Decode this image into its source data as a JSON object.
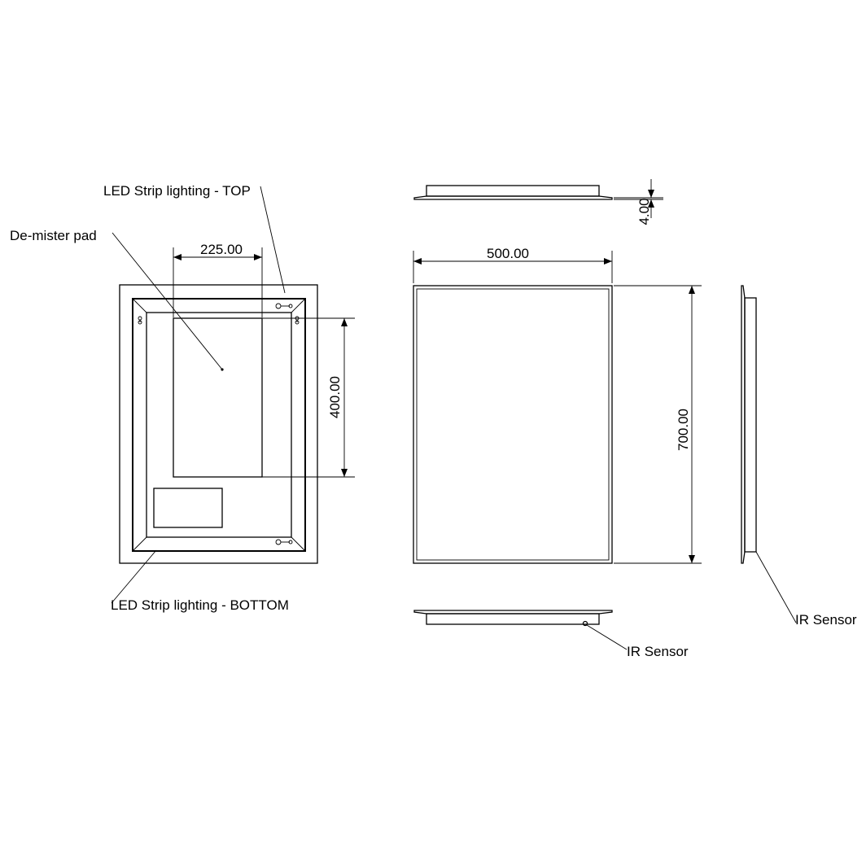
{
  "labels": {
    "led_top": "LED Strip lighting - TOP",
    "demister": "De-mister pad",
    "led_bottom": "LED Strip lighting - BOTTOM",
    "ir_sensor_bottom": "IR Sensor",
    "ir_sensor_side": "IR Sensor"
  },
  "dimensions": {
    "demister_width": "225.00",
    "demister_height": "400.00",
    "mirror_width": "500.00",
    "mirror_height": "700.00",
    "depth": "4.00"
  },
  "colors": {
    "line": "#000000",
    "background": "#ffffff"
  }
}
